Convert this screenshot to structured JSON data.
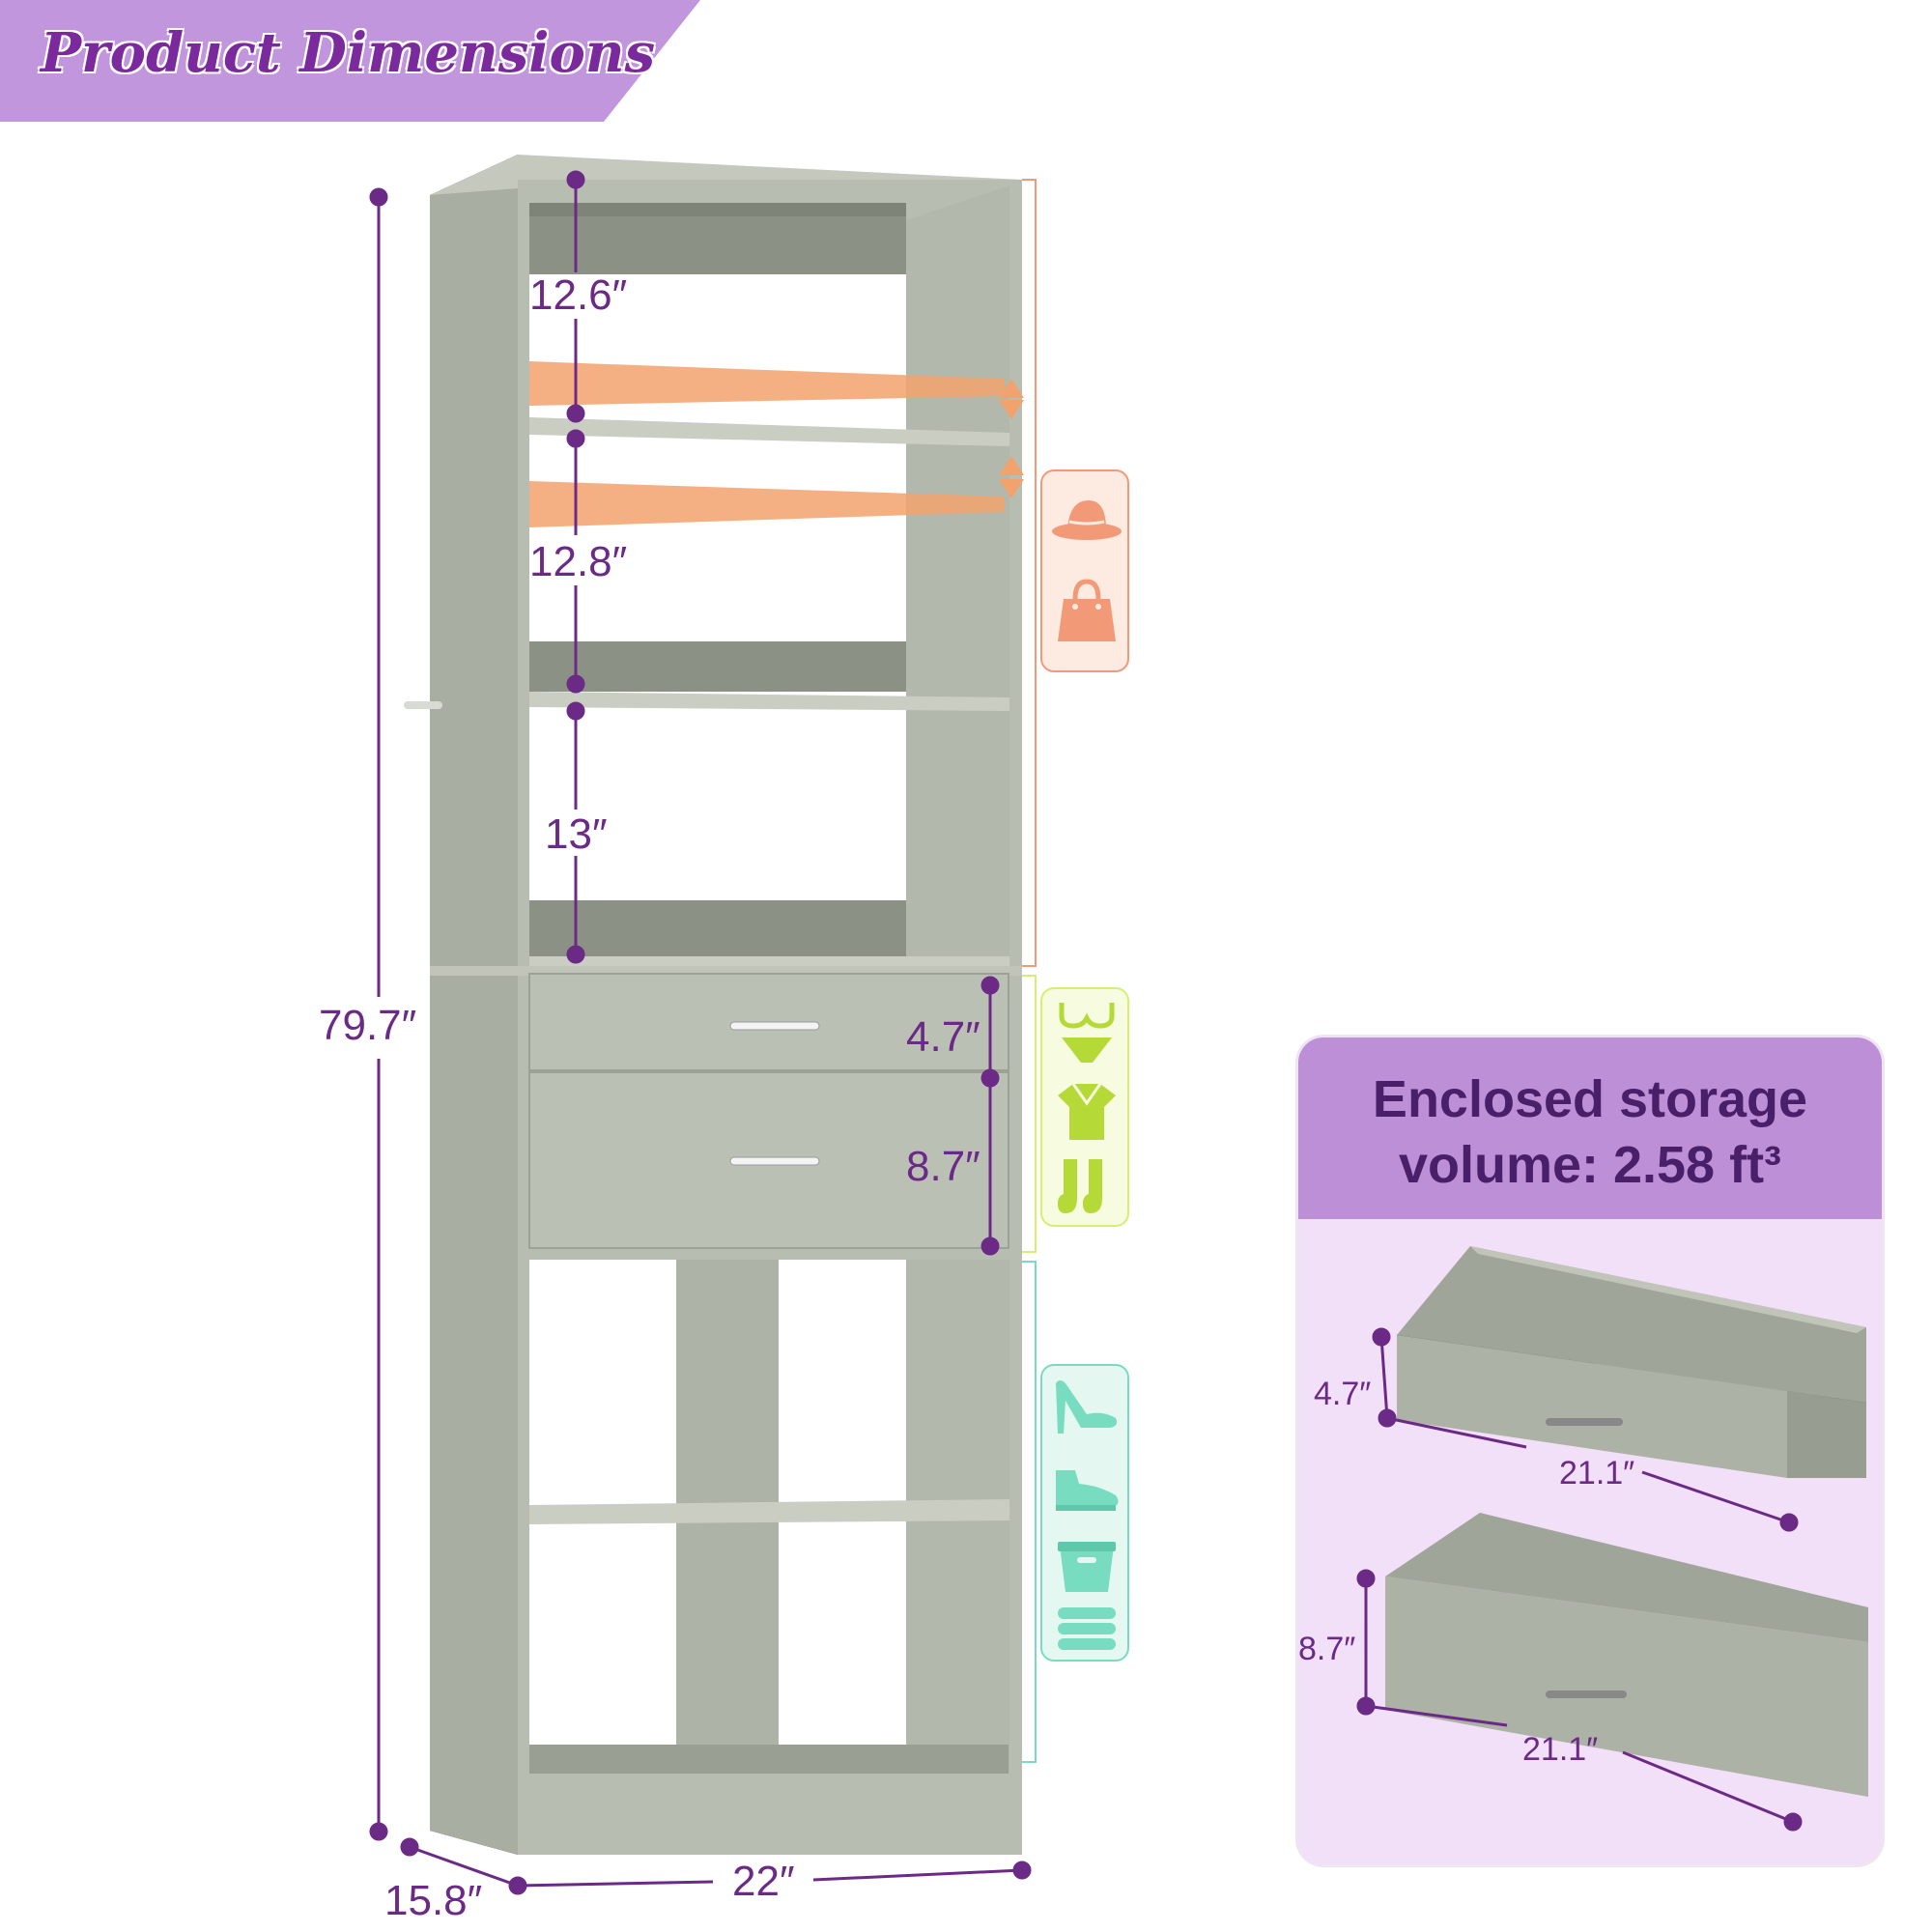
{
  "header": {
    "title": "Product Dimensions"
  },
  "dimensions": {
    "shelf_1": "12.6″",
    "shelf_2": "12.8″",
    "shelf_3": "13″",
    "total_height": "79.7″",
    "drawer_top_height": "4.7″",
    "drawer_bottom_height": "8.7″",
    "width": "22″",
    "depth": "15.8″"
  },
  "panel": {
    "title_line1": "Enclosed storage",
    "title_line2": "volume: 2.58 ft³",
    "drawer_top": {
      "height": "4.7″",
      "width": "21.1″"
    },
    "drawer_bottom": {
      "height": "8.7″",
      "width": "21.1″"
    }
  },
  "colors": {
    "accent_purple": "#6b2a86",
    "banner": "#c196dc",
    "cabinet": "#b7bcb0",
    "cabinet_dark": "#8f9488",
    "shelf_highlight": "#f2a26d",
    "group_top": "#f29a78",
    "group_middle": "#d4f06e",
    "group_bottom": "#78dcc0"
  },
  "icons": {
    "group_top": [
      "hat-icon",
      "handbag-icon"
    ],
    "group_middle": [
      "underwear-icon",
      "folded-shirt-icon",
      "socks-icon"
    ],
    "group_bottom": [
      "high-heel-icon",
      "shoe-icon",
      "storage-box-icon",
      "folded-towels-icon"
    ]
  }
}
